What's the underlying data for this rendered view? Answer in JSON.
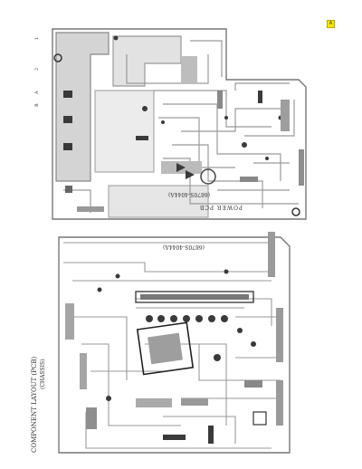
{
  "page_title": "COMPONENT LAYOUT (PCB)",
  "sheet_ref": "(CHASSIS)",
  "side_labels": [
    "1",
    "2",
    "A",
    "B"
  ],
  "board_top": {
    "label": "POWER PCB",
    "part_number": "(6870S-4044A)"
  },
  "board_bottom": {
    "part_number": "(6870S-4044A)"
  },
  "badge_mark": "A",
  "colors": {
    "trace": "#9a9a9a",
    "ink": "#3a3a3a",
    "badge": "#f5e800"
  }
}
